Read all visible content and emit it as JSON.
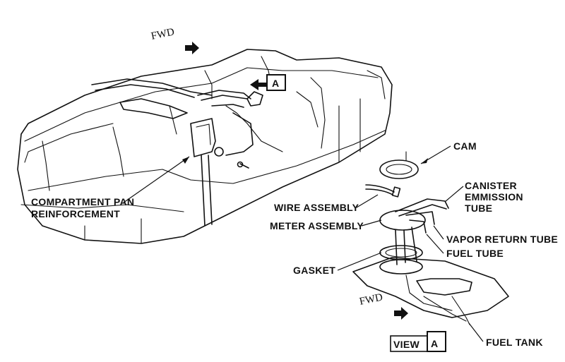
{
  "diagram": {
    "fwd_top": "FWD",
    "fwd_bottom": "FWD",
    "view_marker_top": "A",
    "view_box_word": "VIEW",
    "view_box_letter": "A",
    "labels": {
      "cam": "CAM",
      "canister_1": "CANISTER",
      "canister_2": "EMMISSION",
      "canister_3": "TUBE",
      "wire_assembly": "WIRE ASSEMBLY",
      "meter_assembly": "METER ASSEMBLY",
      "vapor_return_tube": "VAPOR RETURN TUBE",
      "fuel_tube": "FUEL TUBE",
      "gasket": "GASKET",
      "compartment_1": "COMPARTMENT PAN",
      "compartment_2": "REINFORCEMENT",
      "fuel_tank": "FUEL TANK"
    }
  }
}
